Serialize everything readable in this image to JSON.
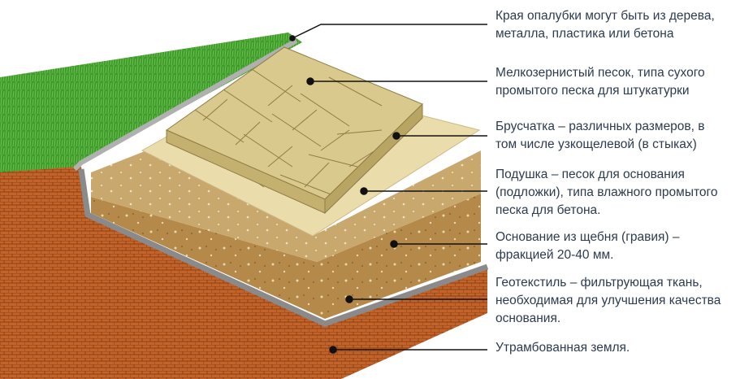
{
  "title": "Устройство основания под брусчатку",
  "colors": {
    "grass": "#3f9b2d",
    "soil": "#c2642a",
    "geotextile": "#8a8a8a",
    "gravel": "#b48949",
    "cushion": "#c9a86e",
    "fine_sand": "#eadcab",
    "paver": "#d9c98c",
    "text": "#2c3b50"
  },
  "labels": [
    {
      "lines": [
        "Края опалубки могут быть из дерева,",
        "металла, пластика или бетона"
      ]
    },
    {
      "lines": [
        "Мелкозернистый песок, типа сухого",
        "промытого песка для штукатурки"
      ]
    },
    {
      "lines": [
        "Брусчатка – различных размеров, в",
        "том числе узкощелевой (в стыках)"
      ]
    },
    {
      "lines": [
        "Подушка – песок для основания",
        "(подложки), типа влажного промытого",
        "песка для бетона."
      ]
    },
    {
      "lines": [
        "Основание из щебня (гравия) –",
        "фракцией 20-40 мм."
      ]
    },
    {
      "lines": [
        "Геотекстиль – фильтрующая ткань,",
        "необходимая для улучшения качества",
        "основания."
      ]
    },
    {
      "lines": [
        "Утрамбованная земля."
      ]
    }
  ]
}
